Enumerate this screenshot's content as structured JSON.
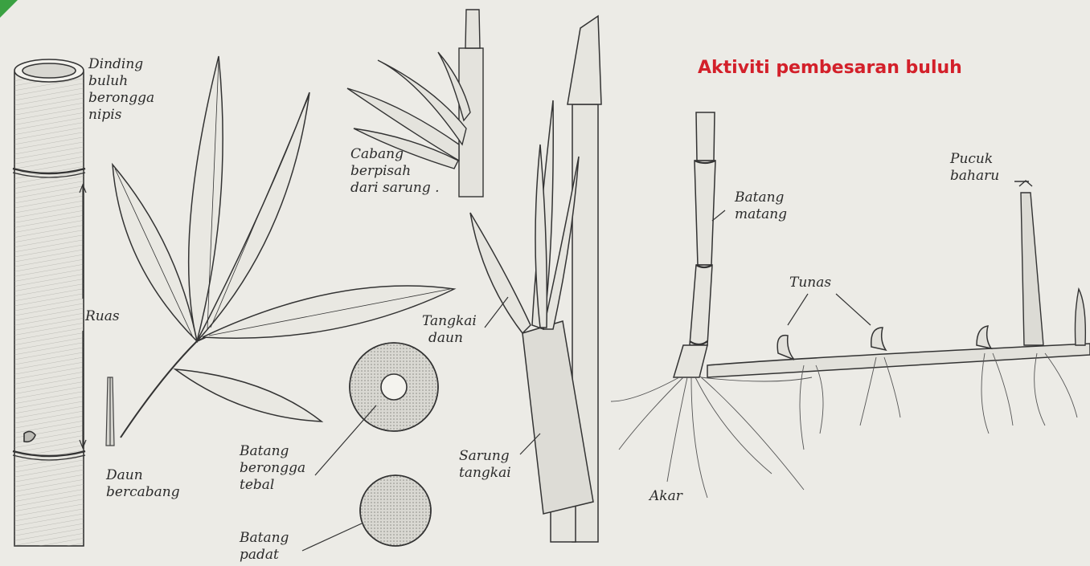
{
  "title": "Aktiviti pembesaran buluh",
  "labels": {
    "dinding": [
      "Dinding",
      "buluh",
      "berongga",
      "nipis"
    ],
    "ruas": "Ruas",
    "daun_bercabang": [
      "Daun",
      "bercabang"
    ],
    "cabang": [
      "Cabang",
      "berpisah",
      "dari sarung ."
    ],
    "tangkai_daun": [
      "Tangkai",
      "daun"
    ],
    "sarung_tangkai": [
      "Sarung",
      "tangkai"
    ],
    "batang_tebal": [
      "Batang",
      "berongga",
      "tebal"
    ],
    "batang_padat": [
      "Batang",
      "padat"
    ],
    "batang_matang": [
      "Batang",
      "matang"
    ],
    "tunas": "Tunas",
    "akar": "Akar",
    "pucuk_baharu": [
      "Pucuk",
      "baharu"
    ]
  },
  "colors": {
    "title": "#d3202a",
    "ink": "#2b2b2b",
    "corner": "#3aa142"
  }
}
